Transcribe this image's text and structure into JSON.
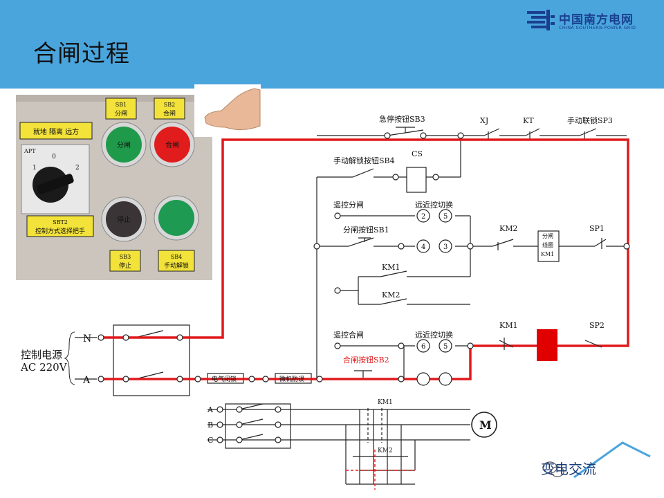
{
  "header": {
    "title": "合闸过程",
    "logo_cn": "中国南方电网",
    "logo_en": "CHINA SOUTHERN POWER GRID"
  },
  "panel": {
    "sb1": "SB1\n分闸",
    "sb1_l1": "SB1",
    "sb1_l2": "分闸",
    "sb2_l1": "SB2",
    "sb2_l2": "合闸",
    "sb3_l1": "SB3",
    "sb3_l2": "停止",
    "sb4_l1": "SB4",
    "sb4_l2": "手动解锁",
    "mode_label": "就地  隔离  远方",
    "brand": "APT",
    "pos_0": "0",
    "pos_1": "1",
    "pos_2": "2",
    "sbt2_l1": "SBT2",
    "sbt2_l2": "控制方式选择把手",
    "btn_open": "分闸",
    "btn_close": "合闸",
    "btn_stop": "停止"
  },
  "circuit": {
    "emergency_stop": "急停按钮SB3",
    "xj": "XJ",
    "kt": "KT",
    "manual_interlock": "手动联锁SP3",
    "manual_unlock": "手动解锁按钮SB4",
    "cs": "CS",
    "remote_open": "遥控分闸",
    "local_remote_switch_1": "远近控切换",
    "open_button": "分闸按钮SB1",
    "km2_a": "KM2",
    "open_coil_l1": "分闸",
    "open_coil_l2": "线圈",
    "open_coil_l3": "KM1",
    "sp1": "SP1",
    "km1_a": "KM1",
    "km2_b": "KM2",
    "remote_close": "遥控合闸",
    "local_remote_switch_2": "远近控切换",
    "km1_b": "KM1",
    "sp2": "SP2",
    "close_button": "合闸按钮SB2",
    "power_l1": "控制电源",
    "power_l2": "AC 220V",
    "n": "N",
    "a": "A",
    "elec_interlock": "电气闭锁",
    "mech_interlock": "微机防误",
    "n2": "2",
    "n5a": "5",
    "n4": "4",
    "n3": "3",
    "n6": "6",
    "n5b": "5",
    "phase_a": "A",
    "phase_b": "B",
    "phase_c": "C",
    "km1_main": "KM1",
    "km2_main": "KM2",
    "motor": "M"
  },
  "watermark": "变电交流",
  "colors": {
    "header_bg": "#4aa5dd",
    "active_wire": "#e0191b",
    "wire": "#222222",
    "coil_red": "#e00000"
  }
}
